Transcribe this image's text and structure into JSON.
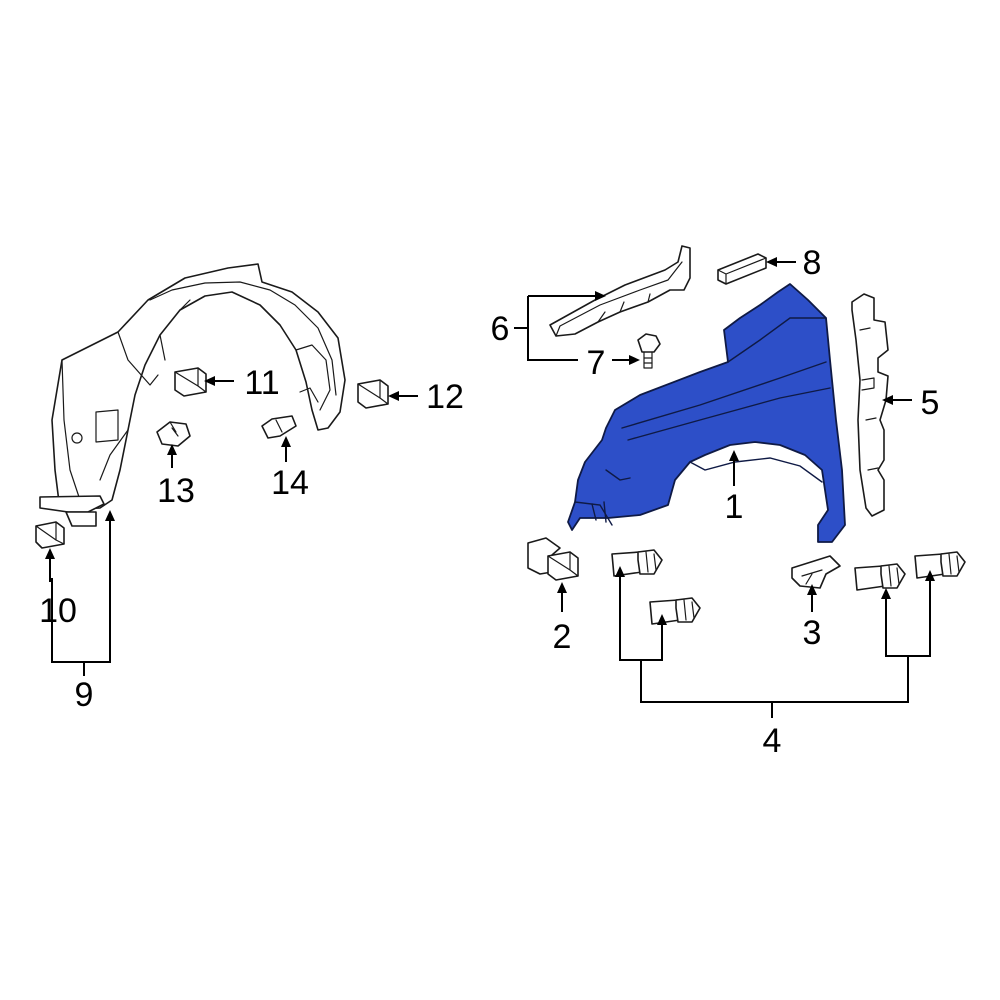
{
  "colors": {
    "background": "#ffffff",
    "highlighted_part": "#2d4fc8",
    "line": "#1a1a1a"
  },
  "callouts": {
    "c1": "1",
    "c2": "2",
    "c3": "3",
    "c4": "4",
    "c5": "5",
    "c6": "6",
    "c7": "7",
    "c8": "8",
    "c9": "9",
    "c10": "10",
    "c11": "11",
    "c12": "12",
    "c13": "13",
    "c14": "14"
  },
  "highlighted_callout": "1"
}
